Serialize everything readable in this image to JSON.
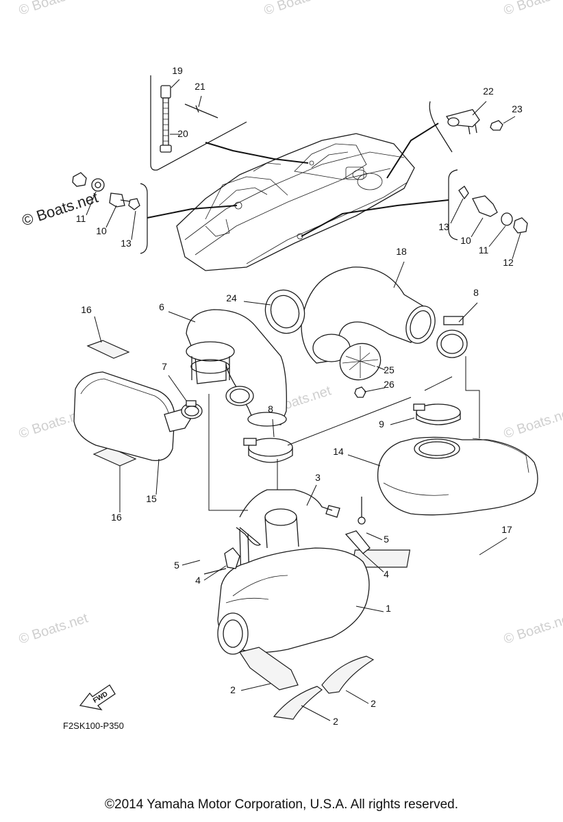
{
  "watermark": "© Boats.net",
  "diagram_code": "F2SK100-P350",
  "fwd_label": "FWD",
  "copyright": "©2014 Yamaha Motor Corporation, U.S.A. All rights reserved.",
  "callouts": [
    "1",
    "2",
    "2",
    "2",
    "3",
    "4",
    "4",
    "5",
    "5",
    "6",
    "7",
    "8",
    "8",
    "9",
    "10",
    "10",
    "11",
    "11",
    "12",
    "13",
    "13",
    "14",
    "15",
    "16",
    "16",
    "17",
    "18",
    "19",
    "20",
    "21",
    "22",
    "23",
    "24",
    "25",
    "26"
  ]
}
